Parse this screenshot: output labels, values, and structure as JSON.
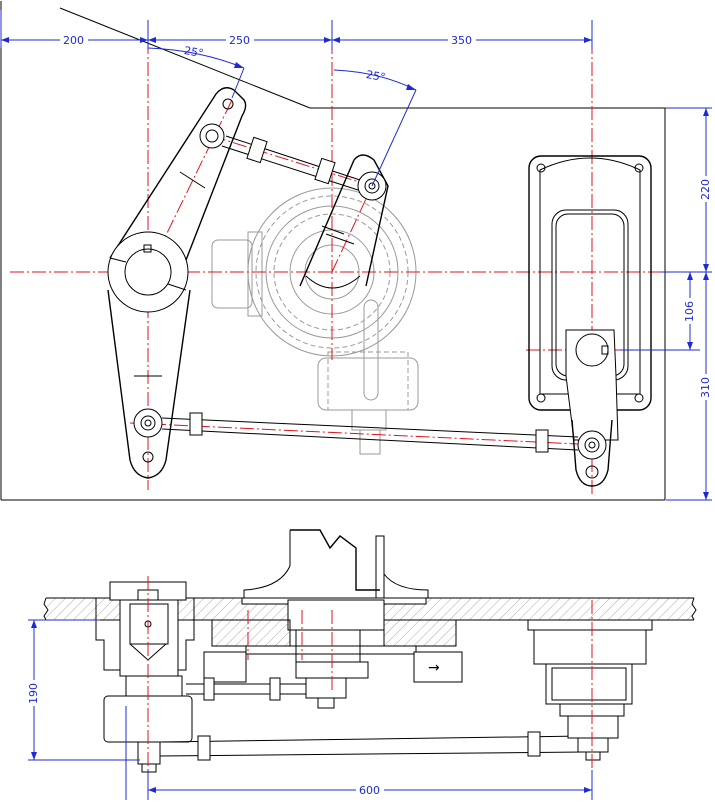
{
  "plan_view": {
    "dimensions": {
      "d200": "200",
      "d250": "250",
      "d350": "350",
      "d220": "220",
      "d106": "106",
      "d310": "310",
      "angle_left": "25°",
      "angle_right": "25°"
    }
  },
  "side_view": {
    "dimensions": {
      "d190": "190",
      "d600": "600"
    },
    "direction_marker": "→"
  },
  "colors": {
    "outline": "#000000",
    "centerline": "#e0141e",
    "dimension": "#1f2bd0",
    "hidden": "#9a9a9a"
  }
}
